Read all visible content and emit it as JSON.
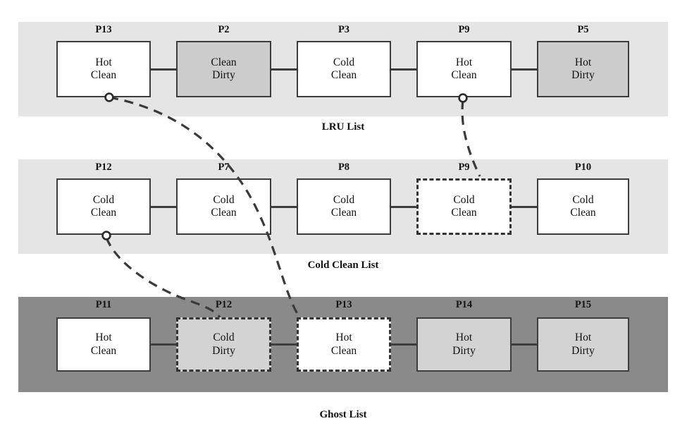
{
  "figure": {
    "title": "Cache list structure diagram",
    "background": "#ffffff"
  },
  "colors": {
    "band_light": "#e5e5e5",
    "band_dark": "#8a8a8a",
    "node_white": "#ffffff",
    "node_gray_dark": "#cccccc",
    "node_gray_light": "#d3d3d3",
    "border": "#3d3d3d",
    "dashed_border": "#333333",
    "link_dash": "#3a3a3a",
    "text": "#111111"
  },
  "rows": [
    {
      "id": "lru-list",
      "caption": "LRU List",
      "band_color": "#e5e5e5",
      "nodes": [
        {
          "page": "P13",
          "line1": "Hot",
          "line2": "Clean",
          "fill": "#ffffff",
          "dashed": false
        },
        {
          "page": "P2",
          "line1": "Clean",
          "line2": "Dirty",
          "fill": "#cccccc",
          "dashed": false
        },
        {
          "page": "P3",
          "line1": "Cold",
          "line2": "Clean",
          "fill": "#ffffff",
          "dashed": false
        },
        {
          "page": "P9",
          "line1": "Hot",
          "line2": "Clean",
          "fill": "#ffffff",
          "dashed": false
        },
        {
          "page": "P5",
          "line1": "Hot",
          "line2": "Dirty",
          "fill": "#cccccc",
          "dashed": false
        }
      ]
    },
    {
      "id": "cold-clean-list",
      "caption": "Cold Clean List",
      "band_color": "#e5e5e5",
      "nodes": [
        {
          "page": "P12",
          "line1": "Cold",
          "line2": "Clean",
          "fill": "#ffffff",
          "dashed": false
        },
        {
          "page": "P7",
          "line1": "Cold",
          "line2": "Clean",
          "fill": "#ffffff",
          "dashed": false
        },
        {
          "page": "P8",
          "line1": "Cold",
          "line2": "Clean",
          "fill": "#ffffff",
          "dashed": false
        },
        {
          "page": "P9",
          "line1": "Cold",
          "line2": "Clean",
          "fill": "#ffffff",
          "dashed": true
        },
        {
          "page": "P10",
          "line1": "Cold",
          "line2": "Clean",
          "fill": "#ffffff",
          "dashed": false
        }
      ]
    },
    {
      "id": "ghost-list",
      "caption": "Ghost List",
      "band_color": "#8a8a8a",
      "nodes": [
        {
          "page": "P11",
          "line1": "Hot",
          "line2": "Clean",
          "fill": "#ffffff",
          "dashed": false
        },
        {
          "page": "P12",
          "line1": "Cold",
          "line2": "Dirty",
          "fill": "#d3d3d3",
          "dashed": true
        },
        {
          "page": "P13",
          "line1": "Hot",
          "line2": "Clean",
          "fill": "#ffffff",
          "dashed": true
        },
        {
          "page": "P14",
          "line1": "Hot",
          "line2": "Dirty",
          "fill": "#d3d3d3",
          "dashed": false
        },
        {
          "page": "P15",
          "line1": "Hot",
          "line2": "Dirty",
          "fill": "#d3d3d3",
          "dashed": false
        }
      ]
    }
  ],
  "cross_links": [
    {
      "id": "p13-lru-to-p13-ghost",
      "from": "LRU List P13",
      "to": "Ghost List P13",
      "style": "dashed-curve-with-open-circle"
    },
    {
      "id": "p9-lru-to-p9-coldclean",
      "from": "LRU List P9",
      "to": "Cold Clean List P9",
      "style": "dashed-curve-with-open-circle"
    },
    {
      "id": "p12-coldclean-to-p12-ghost",
      "from": "Cold Clean List P12",
      "to": "Ghost List P12",
      "style": "dashed-curve-with-open-circle"
    }
  ]
}
